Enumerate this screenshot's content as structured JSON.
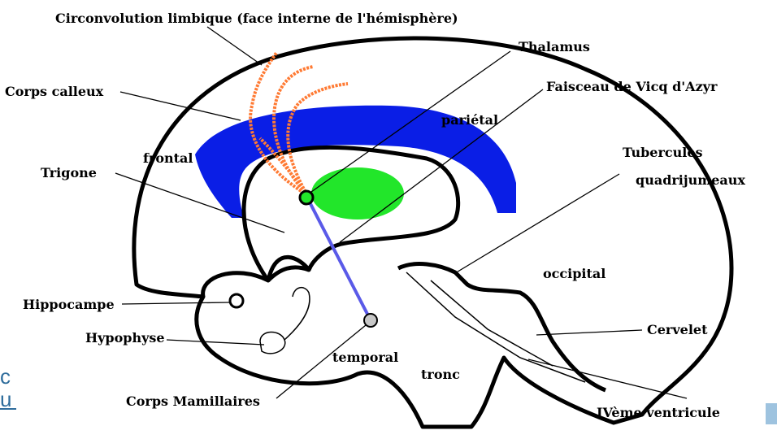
{
  "diagram": {
    "labels": {
      "circonvolution": "Circonvolution limbique (face interne de l'hémisphère)",
      "thalamus": "Thalamus",
      "corps_calleux": "Corps calleux",
      "faisceau": "Faisceau de Vicq d'Azyr",
      "parietal": "pariétal",
      "frontal": "frontal",
      "tubercules_1": "Tubercules",
      "tubercules_2": "quadrijumeaux",
      "trigone": "Trigone",
      "occipital": "occipital",
      "hippocampe": "Hippocampe",
      "cervelet": "Cervelet",
      "hypophyse": "Hypophyse",
      "temporal": "temporal",
      "tronc": "tronc",
      "corps_mamillaires": "Corps Mamillaires",
      "ventricule": "IVème ventricule"
    },
    "corner_text": {
      "line1": "c",
      "line2": "u"
    },
    "colors": {
      "corps_calleux": "#0a1ee6",
      "thalamus": "#22e62a",
      "circonvolution": "#ff7a33",
      "faisceau": "#5a5ae8",
      "outline": "#000000",
      "corner_logo": "#2f6d9c"
    }
  }
}
